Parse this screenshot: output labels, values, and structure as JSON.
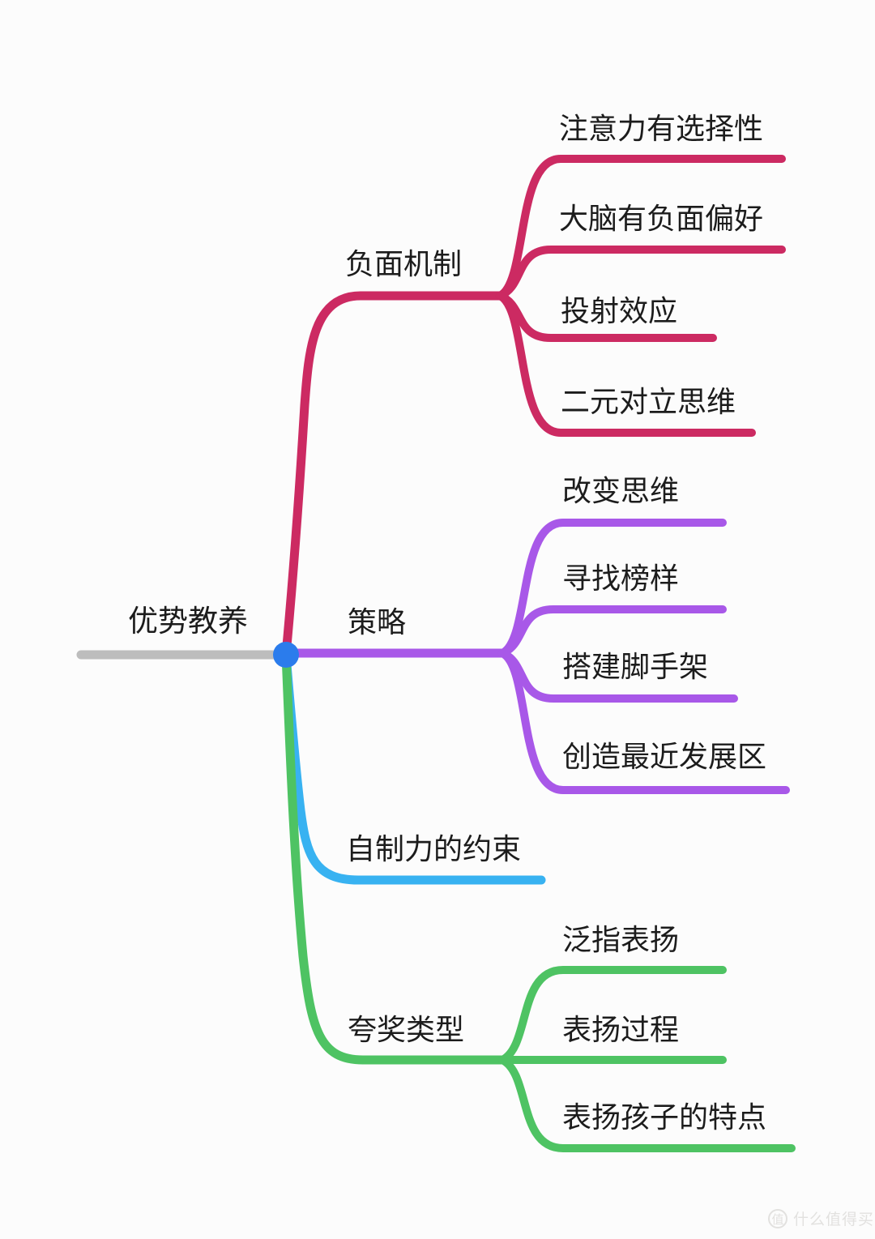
{
  "root": {
    "label": "优势教养",
    "line_color": "#BDBDBD",
    "dot_color": "#2B7CEC"
  },
  "branches": [
    {
      "label": "负面机制",
      "color": "#CC2A62",
      "children": [
        "注意力有选择性",
        "大脑有负面偏好",
        "投射效应",
        "二元对立思维"
      ]
    },
    {
      "label": "策略",
      "color": "#A858E8",
      "children": [
        "改变思维",
        "寻找榜样",
        "搭建脚手架",
        "创造最近发展区"
      ]
    },
    {
      "label": "自制力的约束",
      "color": "#38B2F1",
      "children": []
    },
    {
      "label": "夸奖类型",
      "color": "#4EC363",
      "children": [
        "泛指表扬",
        "表扬过程",
        "表扬孩子的特点"
      ]
    }
  ],
  "colors": {
    "text": "#1C1C1C",
    "background": "#FCFCFC",
    "watermark": "#E2E1DF"
  },
  "watermark": {
    "logo_char": "值",
    "text": "什么值得买"
  }
}
